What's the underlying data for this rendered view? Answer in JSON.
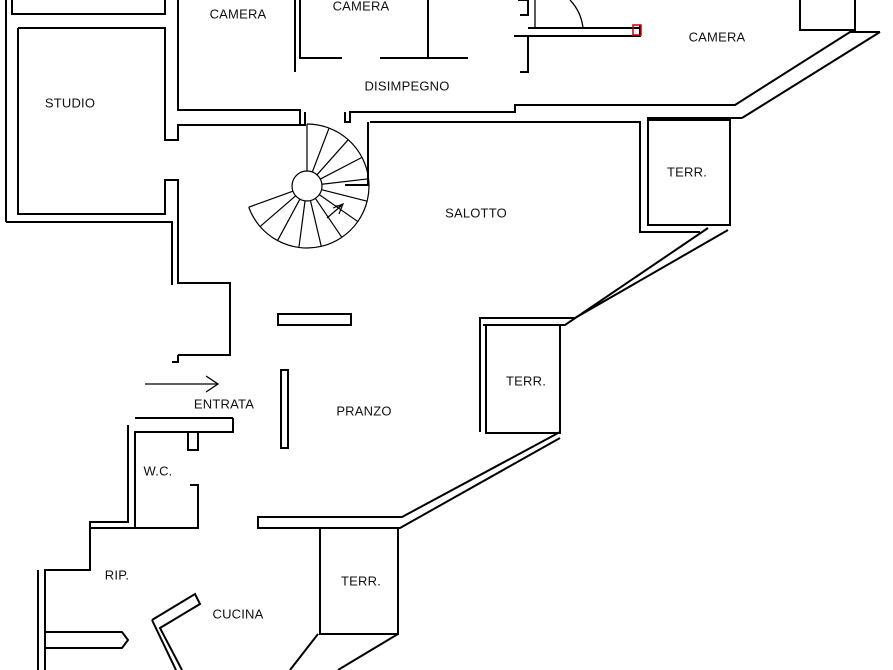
{
  "rooms": {
    "camera_1": "CAMERA",
    "camera_2": "CAMERA",
    "camera_3": "CAMERA",
    "disimpegno": "DISIMPEGNO",
    "studio": "STUDIO",
    "salotto": "SALOTTO",
    "terrazzo_1": "TERR.",
    "terrazzo_2": "TERR.",
    "terrazzo_3": "TERR.",
    "entrata": "ENTRATA",
    "pranzo": "PRANZO",
    "wc": "W.C.",
    "ripostiglio": "RIP.",
    "cucina": "CUCINA"
  },
  "colors": {
    "walls": "#000000",
    "marker": "#cc0000",
    "background": "#ffffff"
  },
  "icons": {
    "entry": "entry-arrow-icon",
    "stair_direction": "stair-arrow-icon",
    "door": "door-swing-icon"
  }
}
